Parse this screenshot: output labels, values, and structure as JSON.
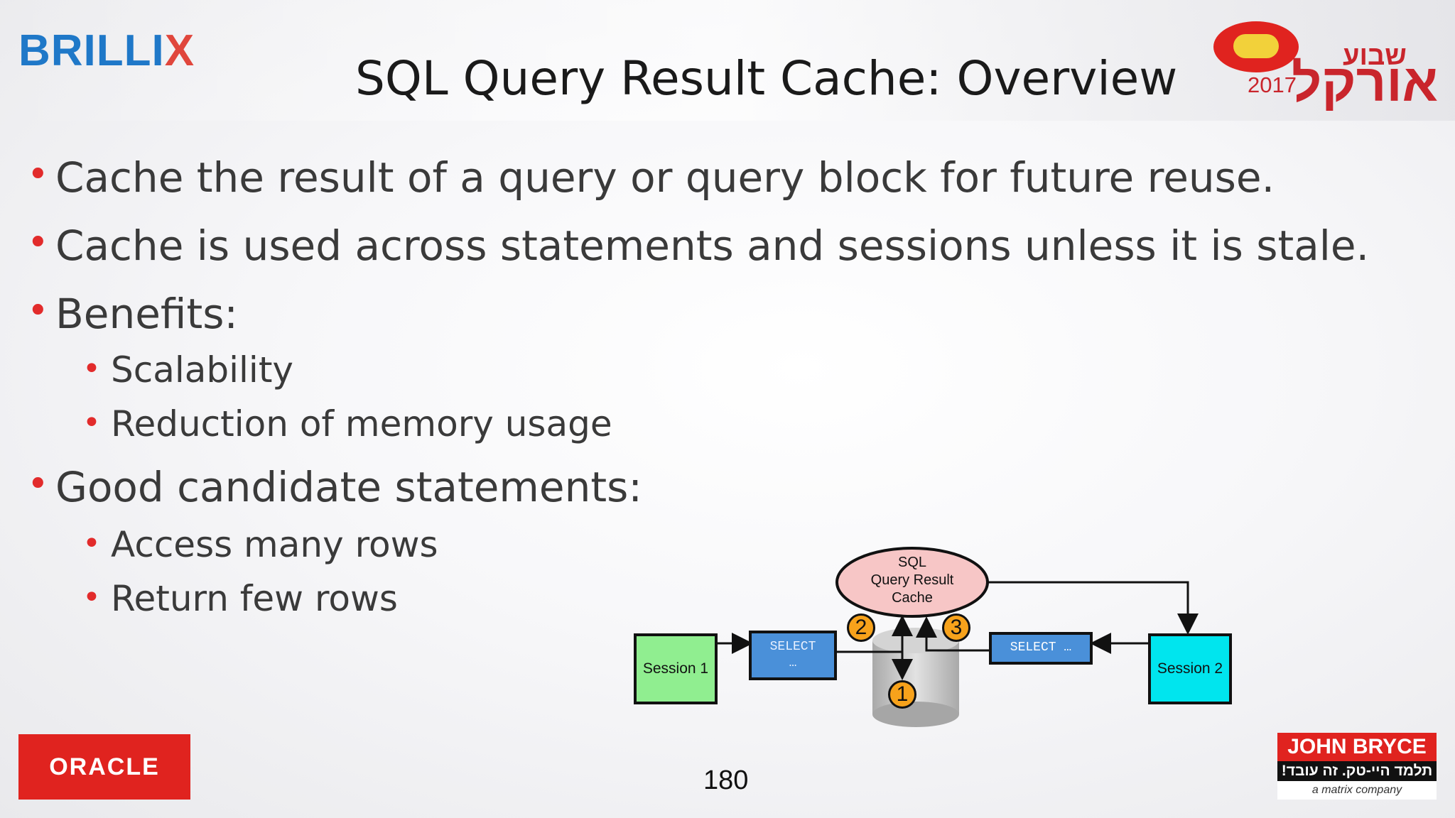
{
  "header": {
    "brand_left": "BRILLI",
    "brand_left_x": "X",
    "title": "SQL Query Result Cache: Overview",
    "event_year": "2017",
    "event_week": "שבוע",
    "event_name": "אורקל"
  },
  "bullets": {
    "b1": "Cache the result of a query or query block for future reuse.",
    "b2": "Cache is used across statements and sessions unless it is stale.",
    "b3": "Benefits:",
    "b3_sub1": "Scalability",
    "b3_sub2": "Reduction of memory usage",
    "b4": "Good candidate statements:",
    "b4_sub1": "Access many rows",
    "b4_sub2": "Return few rows",
    "bullet_glyph": "•"
  },
  "diagram": {
    "cache_line1": "SQL",
    "cache_line2": "Query Result",
    "cache_line3": "Cache",
    "session1": "Session 1",
    "session2": "Session 2",
    "select1_line1": "SELECT",
    "select1_line2": "…",
    "select2": "SELECT …",
    "step1": "1",
    "step2": "2",
    "step3": "3",
    "colors": {
      "session1": "#90ee90",
      "session2": "#00e5ee",
      "select": "#4a90d9",
      "cache": "#f7c6c6",
      "step": "#f7a21b"
    }
  },
  "footer": {
    "oracle": "ORACLE",
    "page_number": "180",
    "jb_name": "JOHN BRYCE",
    "jb_tagline": "תלמד היי-טק. זה עובד!",
    "jb_company": "a matrix company"
  }
}
